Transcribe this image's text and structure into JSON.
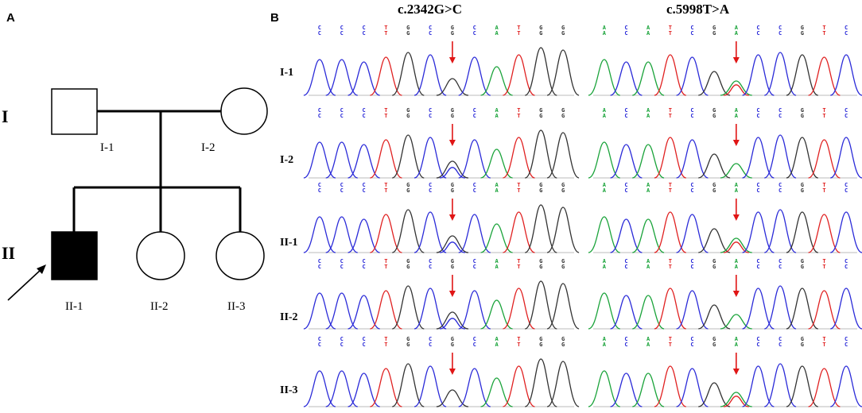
{
  "panel_labels": {
    "a": "A",
    "b": "B"
  },
  "pedigree": {
    "generations": [
      "I",
      "II"
    ],
    "members": [
      {
        "id": "I-1",
        "shape": "square",
        "affected": false,
        "proband": false
      },
      {
        "id": "I-2",
        "shape": "circle",
        "affected": false,
        "proband": false
      },
      {
        "id": "II-1",
        "shape": "square",
        "affected": true,
        "proband": true
      },
      {
        "id": "II-2",
        "shape": "circle",
        "affected": false,
        "proband": false
      },
      {
        "id": "II-3",
        "shape": "circle",
        "affected": false,
        "proband": false
      }
    ]
  },
  "sequencing": {
    "variants": [
      "c.2342G>C",
      "c.5998T>A"
    ],
    "rows": [
      "I-1",
      "I-2",
      "II-1",
      "II-2",
      "II-3"
    ],
    "base_colors": {
      "A": "#1aa33a",
      "C": "#2a2ad8",
      "G": "#333333",
      "T": "#e02020"
    },
    "arrow_color": "#e01515",
    "left_bases": [
      "C",
      "C",
      "C",
      "T",
      "G",
      "C",
      "G",
      "C",
      "A",
      "T",
      "G",
      "G"
    ],
    "right_bases": [
      "A",
      "C",
      "A",
      "T",
      "C",
      "G",
      "A",
      "C",
      "C",
      "G",
      "T",
      "C"
    ],
    "left_zygosity": [
      "wt",
      "het",
      "het",
      "het",
      "wt"
    ],
    "right_zygosity": [
      "het",
      "wt",
      "het",
      "wt",
      "het"
    ]
  }
}
